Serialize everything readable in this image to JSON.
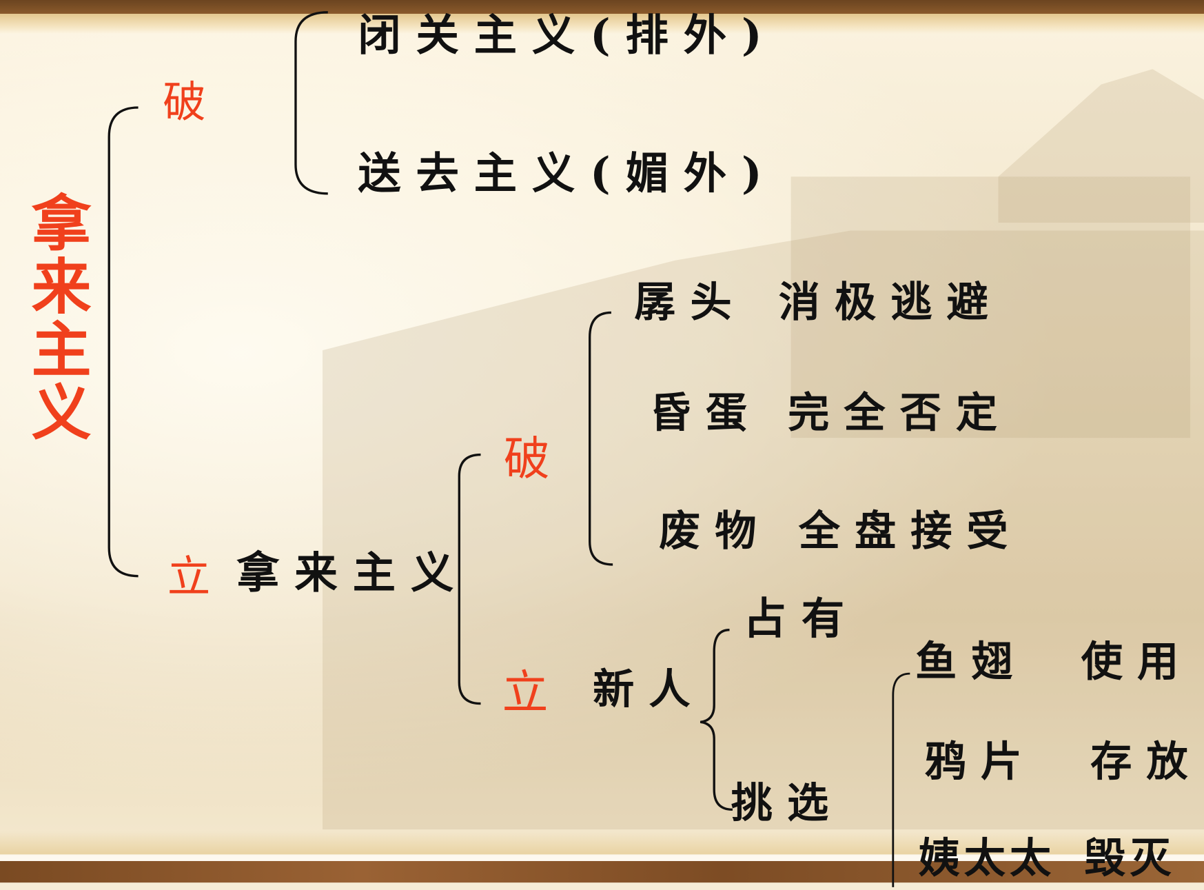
{
  "title": {
    "text": "拿来主义"
  },
  "level1": {
    "po": "破",
    "li": "立",
    "li_text": "拿来主义"
  },
  "po_items": [
    {
      "text": "闭关主义(排外)"
    },
    {
      "text": "送去主义(媚外)"
    }
  ],
  "level2": {
    "po": "破",
    "li": "立",
    "li_text": "新人"
  },
  "po2_items": [
    {
      "object": "孱头",
      "attitude": "消极逃避"
    },
    {
      "object": "昏蛋",
      "attitude": "完全否定"
    },
    {
      "object": "废物",
      "attitude": "全盘接受"
    }
  ],
  "xinren_items": [
    {
      "text": "占有"
    },
    {
      "text": "挑选"
    }
  ],
  "tiaoxuan_items": [
    {
      "object": "鱼翅",
      "action": "使用"
    },
    {
      "object": "鸦片",
      "action": "存放"
    },
    {
      "object": "姨太太",
      "action": "毁灭"
    }
  ],
  "colors": {
    "accent_red": "#f0401c",
    "text_black": "#111111",
    "background": "#f6ecd6",
    "frame_brown": "#7a4a22"
  }
}
